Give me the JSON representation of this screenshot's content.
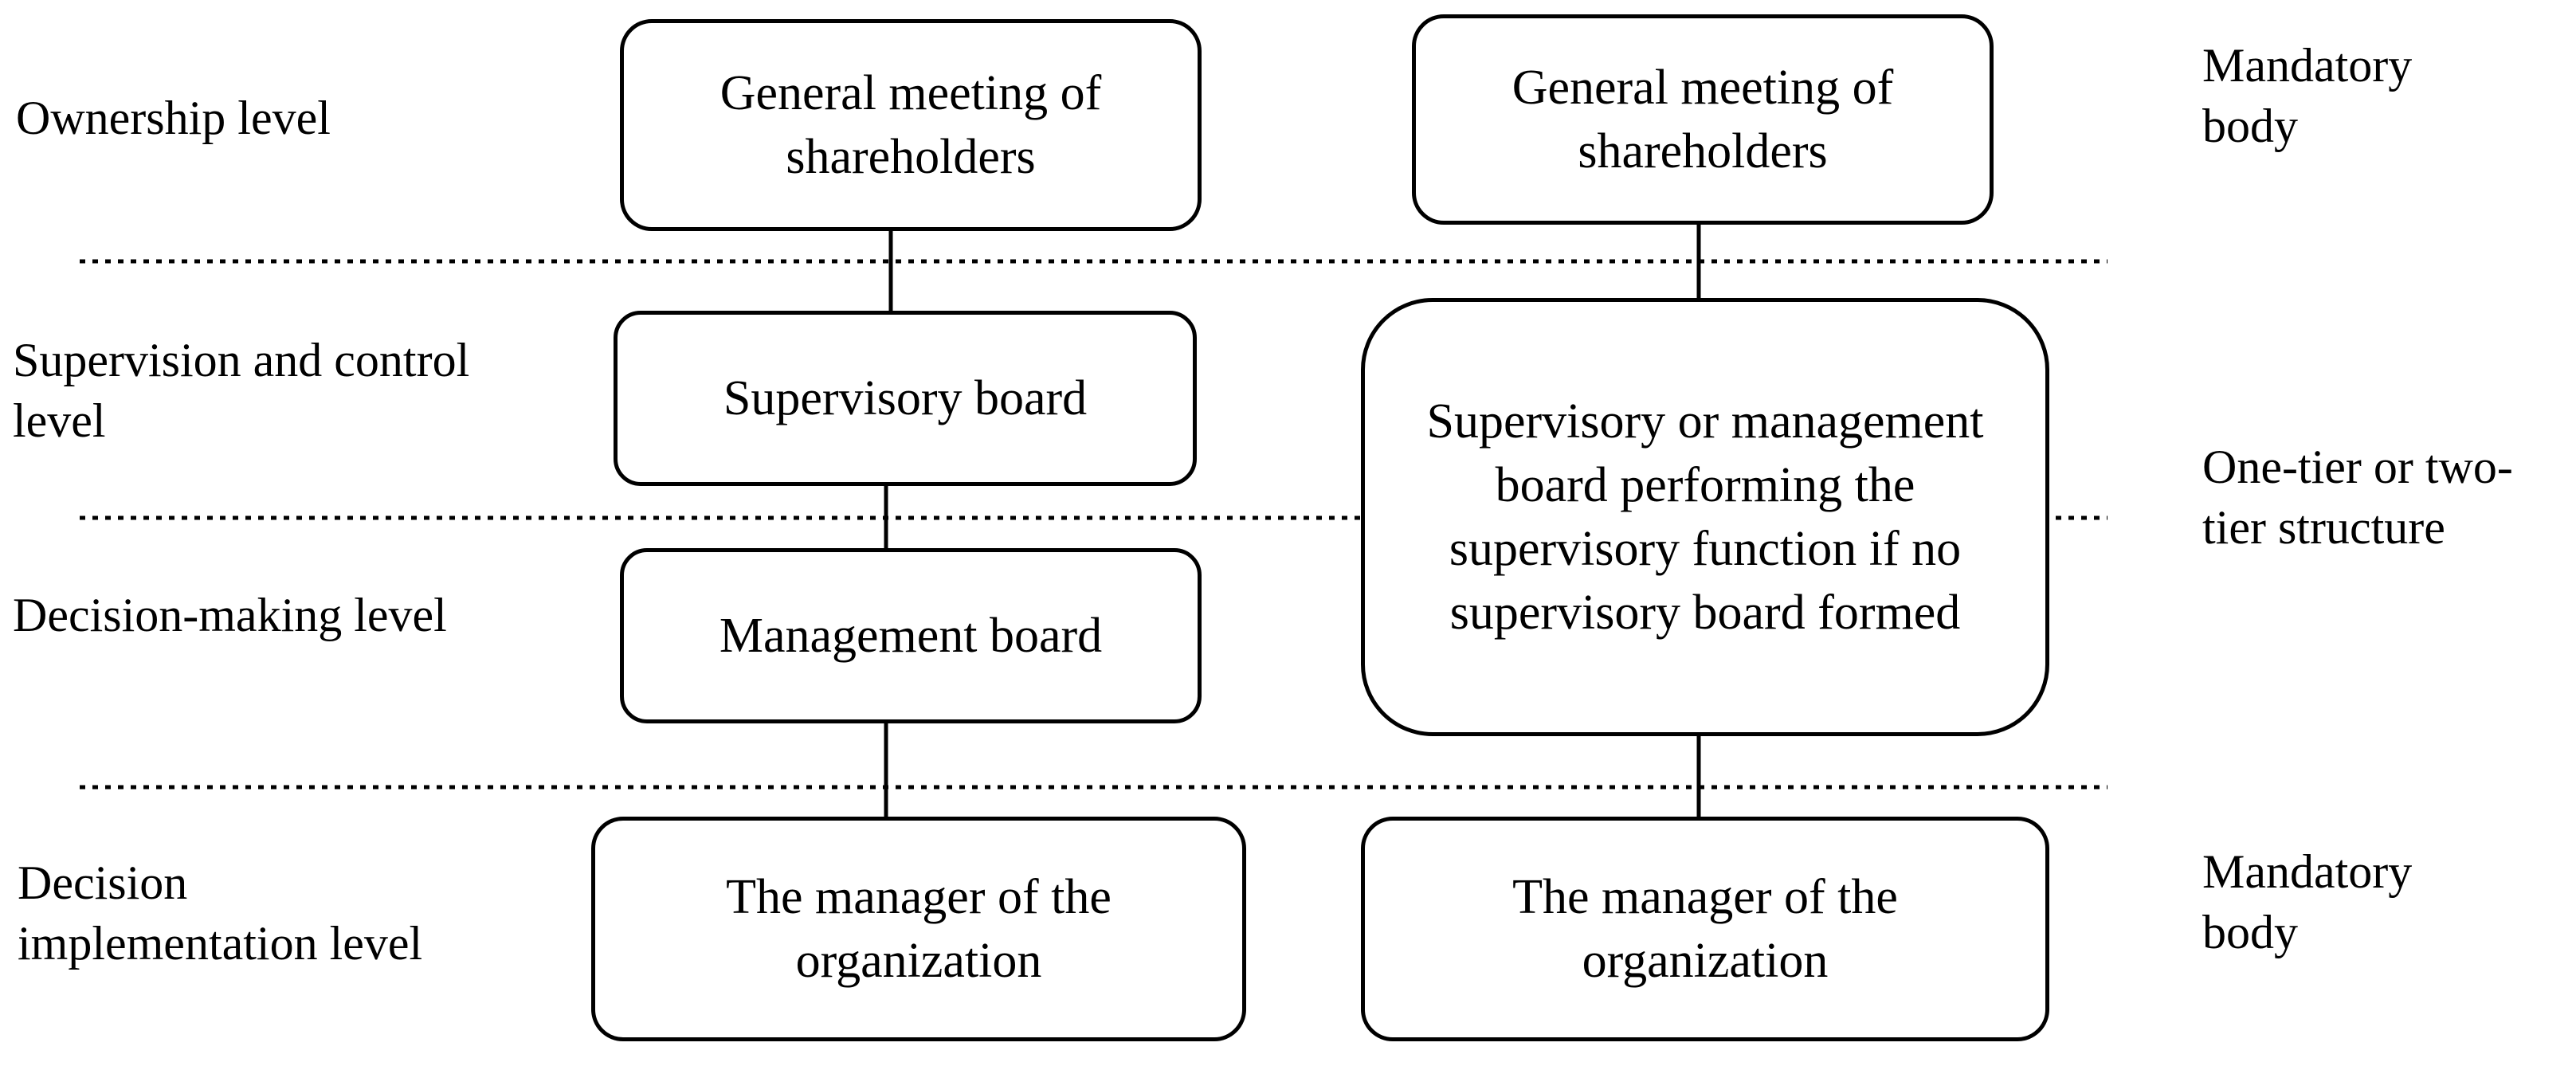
{
  "levels": {
    "ownership": "Ownership level",
    "supervision": "Supervision and control\n level",
    "decision_making": "Decision-making level",
    "implementation": "Decision\nimplementation level"
  },
  "left_column": {
    "gms": "General  meeting  of\nshareholders",
    "supervisory": "Supervisory board",
    "management": "Management  board",
    "manager": "The manager of the\norganization"
  },
  "right_column": {
    "gms": "General  meeting  of\nshareholders",
    "combined": "Supervisory or management\nboard  performing  the\nsupervisory function if no\nsupervisory board formed",
    "manager": "The manager of the\norganization"
  },
  "notes": {
    "mandatory_top": "Mandatory\nbody",
    "tier_structure": "One-tier or two-\ntier structure",
    "mandatory_bottom": "Mandatory\nbody"
  }
}
